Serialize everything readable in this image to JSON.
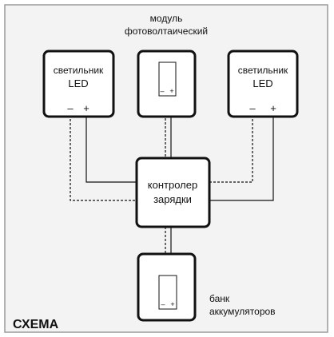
{
  "diagram": {
    "title": "СХЕМА",
    "pv_module": {
      "label_line1": "модуль",
      "label_line2": "фотоволтаический",
      "minus": "–",
      "plus": "+"
    },
    "lamp_left": {
      "label_line1": "светильник",
      "label_line2": "LED",
      "minus": "–",
      "plus": "+"
    },
    "lamp_right": {
      "label_line1": "светильник",
      "label_line2": "LED",
      "minus": "–",
      "plus": "+"
    },
    "controller": {
      "label_line1": "контролер",
      "label_line2": "зарядки"
    },
    "battery_bank": {
      "label_line1": "банк",
      "label_line2": "аккумуляторов",
      "minus": "–",
      "plus": "+"
    }
  },
  "colors": {
    "background": "#f3f3f3",
    "frame": "#9a9a9a",
    "box_fill": "#ffffff",
    "stroke": "#111111"
  }
}
